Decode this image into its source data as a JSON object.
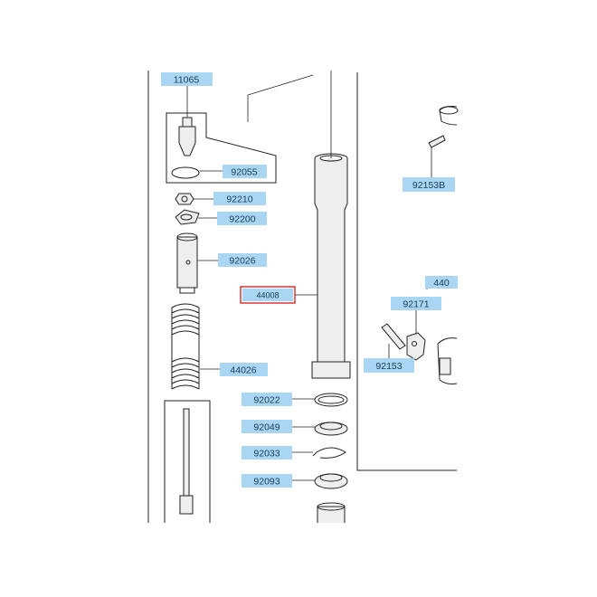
{
  "diagram": {
    "part_labels": {
      "p11065": "11065",
      "p92055": "92055",
      "p92210": "92210",
      "p92200": "92200",
      "p92026": "92026",
      "p44026": "44026",
      "p44008": "44008",
      "p92022": "92022",
      "p92049": "92049",
      "p92033": "92033",
      "p92093": "92093",
      "p92153B": "92153B",
      "p44_cut": "440",
      "p92171": "92171",
      "p92153": "92153"
    },
    "highlighted_part": "44008",
    "colors": {
      "label_fill": "#a9d6f2",
      "highlight_border": "#d9262b",
      "line": "#222222"
    }
  }
}
